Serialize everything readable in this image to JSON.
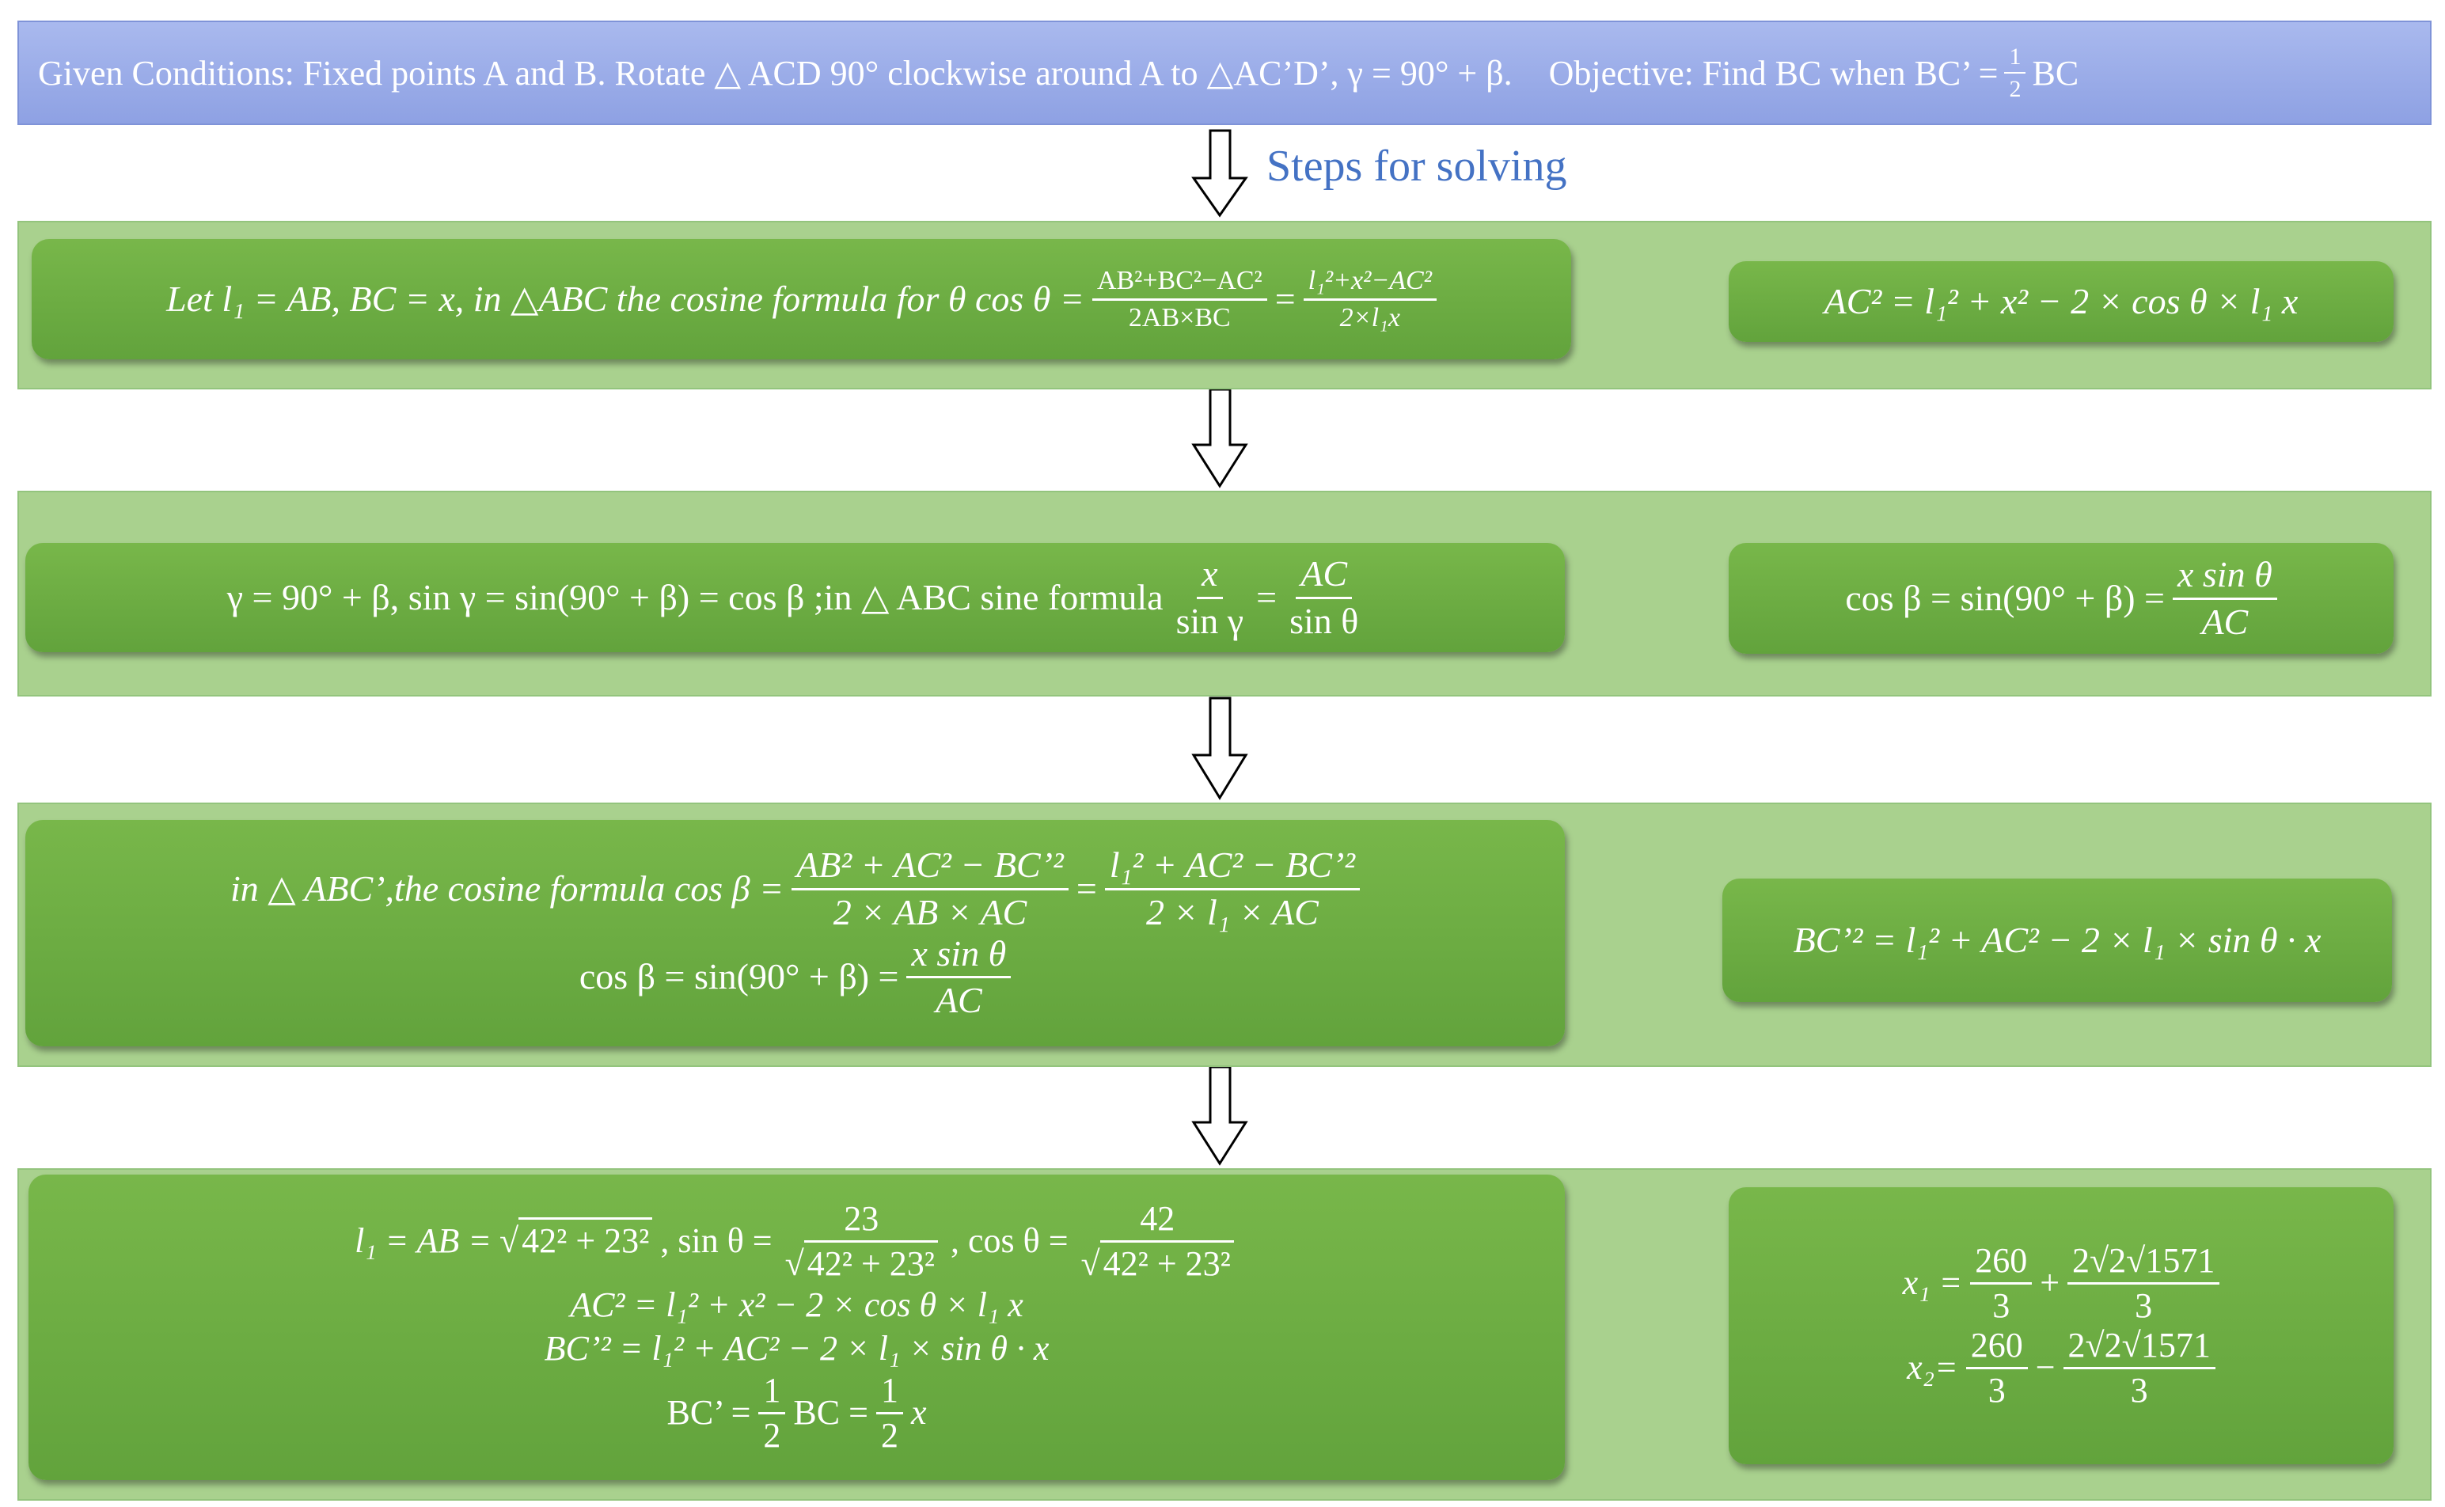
{
  "header": {
    "given": "Given Conditions: Fixed points A and B. Rotate △ ACD 90° clockwise around A to △AC’D’, γ = 90° + β.",
    "objective_prefix": "Objective: Find BC when BC’ =",
    "objective_frac_num": "1",
    "objective_frac_den": "2",
    "objective_suffix": "BC"
  },
  "steps_label": "Steps for solving",
  "row1": {
    "left_prefix": "Let l₁ = AB, BC = x, in △ABC the cosine formula for θ cos θ =",
    "frac1_num": "AB²+BC²−AC²",
    "frac1_den": "2AB×BC",
    "eq": "=",
    "frac2_num": "l₁²+x²−AC²",
    "frac2_den": "2×l₁x",
    "right": "AC² = l₁² + x² − 2 × cos θ × l₁ x"
  },
  "row2": {
    "left_prefix": "γ = 90° + β, sin γ = sin(90° + β) = cos β ;in △ ABC sine formula",
    "frac1_num": "x",
    "frac1_den": "sin γ",
    "eq": "=",
    "frac2_num": "AC",
    "frac2_den": "sin θ",
    "right_prefix": "cos β = sin(90° + β) =",
    "right_frac_num": "x sin θ",
    "right_frac_den": "AC"
  },
  "row3": {
    "line1_prefix": "in △ ABC’,the cosine formula cos β =",
    "line1_frac1_num": "AB² + AC² − BC’²",
    "line1_frac1_den": "2 × AB × AC",
    "line1_eq": "=",
    "line1_frac2_num": "l₁² + AC² − BC’²",
    "line1_frac2_den": "2 × l₁ × AC",
    "line2_prefix": "cos β = sin(90° + β) =",
    "line2_frac_num": "x sin θ",
    "line2_frac_den": "AC",
    "right": "BC’² = l₁² + AC² − 2 × l₁ × sin θ · x"
  },
  "row4": {
    "l1_prefix": "l₁ = AB =",
    "l1_rad": "42² + 23²",
    "sin_prefix": ",   sin θ =",
    "sin_num": "23",
    "sin_den_rad": "42² + 23²",
    "cos_prefix": ",   cos θ =",
    "cos_num": "42",
    "cos_den_rad": "42² + 23²",
    "line2": "AC² = l₁² + x² − 2 × cos θ × l₁ x",
    "line3": "BC’² = l₁² + AC² − 2 × l₁ × sin θ · x",
    "line4_prefix": "BC’ =",
    "line4_frac1_num": "1",
    "line4_frac1_den": "2",
    "line4_mid": "BC =",
    "line4_frac2_num": "1",
    "line4_frac2_den": "2",
    "line4_suffix": "x",
    "x1_label": "x₁ =",
    "x2_label": "x₂=",
    "term_num": "260",
    "term_den": "3",
    "plus": "+",
    "minus": "−",
    "rad_num": "2√2√1571",
    "rad_den": "3"
  }
}
